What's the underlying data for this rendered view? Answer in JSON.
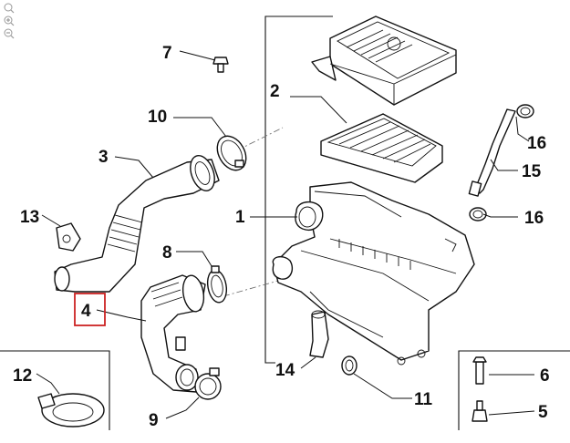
{
  "toolbar": {
    "icons": [
      "magnifier-icon",
      "zoom-in-icon",
      "zoom-out-icon"
    ]
  },
  "callouts": [
    {
      "id": "c7",
      "number": "7"
    },
    {
      "id": "c2",
      "number": "2"
    },
    {
      "id": "c10",
      "number": "10"
    },
    {
      "id": "c16a",
      "number": "16"
    },
    {
      "id": "c3",
      "number": "3"
    },
    {
      "id": "c15",
      "number": "15"
    },
    {
      "id": "c13",
      "number": "13"
    },
    {
      "id": "c1",
      "number": "1"
    },
    {
      "id": "c16b",
      "number": "16"
    },
    {
      "id": "c8",
      "number": "8"
    },
    {
      "id": "c4",
      "number": "4",
      "highlighted": true
    },
    {
      "id": "c12",
      "number": "12"
    },
    {
      "id": "c14",
      "number": "14"
    },
    {
      "id": "c6",
      "number": "6"
    },
    {
      "id": "c11",
      "number": "11"
    },
    {
      "id": "c9",
      "number": "9"
    },
    {
      "id": "c5",
      "number": "5"
    }
  ],
  "colors": {
    "line": "#111111",
    "highlight_box": "#cc2222",
    "dash": "#666666",
    "toolbar_icon": "#999999"
  }
}
